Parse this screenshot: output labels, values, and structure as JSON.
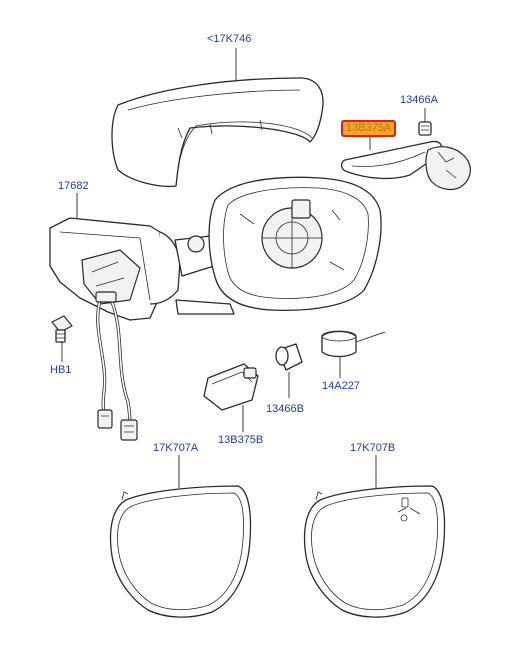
{
  "diagram": {
    "parts": [
      {
        "id": "cover",
        "label": "<17K746",
        "highlighted": false
      },
      {
        "id": "turn-lamp",
        "label": "13B375A",
        "highlighted": true
      },
      {
        "id": "bulb-holder-top",
        "label": "13466A",
        "highlighted": false
      },
      {
        "id": "housing",
        "label": "17682",
        "highlighted": false
      },
      {
        "id": "bolt",
        "label": "HB1",
        "highlighted": false
      },
      {
        "id": "puddle-lamp",
        "label": "13B375B",
        "highlighted": false
      },
      {
        "id": "bulb",
        "label": "13466B",
        "highlighted": false
      },
      {
        "id": "socket",
        "label": "14A227",
        "highlighted": false
      },
      {
        "id": "glass-left",
        "label": "17K707A",
        "highlighted": false
      },
      {
        "id": "glass-right",
        "label": "17K707B",
        "highlighted": false
      }
    ],
    "colors": {
      "label": "#1f3fa8",
      "highlight_fill": "#f5a623",
      "highlight_border": "#d9201f",
      "line": "#2a2a2a"
    }
  }
}
